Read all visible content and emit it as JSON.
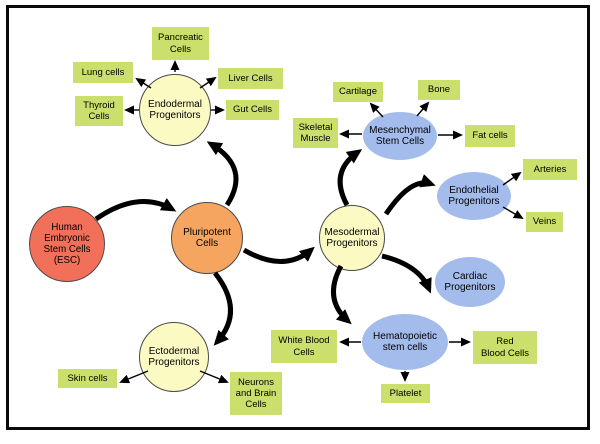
{
  "palette": {
    "esc_red": "#F2705A",
    "pluripotent_orange": "#F5A55F",
    "progenitor_yellow": "#FBFAC3",
    "lineage_blue": "#A3BCEC",
    "tissue_green": "#CBE06C",
    "arrow_black": "#000000",
    "background": "#FFFFFF"
  },
  "nodes": {
    "esc": {
      "label": "Human\nEmbryonic\nStem Cells\n(ESC)",
      "shape": "circle",
      "color": "#F2705A"
    },
    "pluripotent": {
      "label": "Pluripotent\nCells",
      "shape": "circle",
      "color": "#F5A55F"
    },
    "endodermal": {
      "label": "Endodermal\nProgenitors",
      "shape": "circle",
      "color": "#FBFAC3"
    },
    "ectodermal": {
      "label": "Ectodermal\nProgenitors",
      "shape": "circle",
      "color": "#FBFAC3"
    },
    "mesodermal": {
      "label": "Mesodermal\nProgenitors",
      "shape": "circle",
      "color": "#FBFAC3"
    },
    "mesenchymal": {
      "label": "Mesenchymal\nStem Cells",
      "shape": "ellipse",
      "color": "#A3BCEC"
    },
    "endothelial": {
      "label": "Endothelial\nProgenitors",
      "shape": "ellipse",
      "color": "#A3BCEC"
    },
    "cardiac": {
      "label": "Cardiac\nProgenitors",
      "shape": "ellipse",
      "color": "#A3BCEC"
    },
    "hematopoietic": {
      "label": "Hematopoietic\nstem cells",
      "shape": "ellipse",
      "color": "#A3BCEC"
    }
  },
  "terminal_cells": {
    "pancreatic": {
      "label": "Pancreatic\nCells"
    },
    "lung": {
      "label": "Lung cells"
    },
    "thyroid": {
      "label": "Thyroid\nCells"
    },
    "liver": {
      "label": "Liver Cells"
    },
    "gut": {
      "label": "Gut Cells"
    },
    "cartilage": {
      "label": "Cartilage"
    },
    "bone": {
      "label": "Bone"
    },
    "skeletal": {
      "label": "Skeletal\nMuscle"
    },
    "fat": {
      "label": "Fat cells"
    },
    "arteries": {
      "label": "Arteries"
    },
    "veins": {
      "label": "Veins"
    },
    "white_blood": {
      "label": "White Blood\nCells"
    },
    "red_blood": {
      "label": "Red\nBlood Cells"
    },
    "platelet": {
      "label": "Platelet"
    },
    "skin": {
      "label": "Skin cells"
    },
    "neurons": {
      "label": "Neurons\nand Brain\nCells"
    }
  },
  "edges": [
    {
      "from": "esc",
      "to": "pluripotent",
      "style": "thick"
    },
    {
      "from": "pluripotent",
      "to": "endodermal",
      "style": "thick"
    },
    {
      "from": "pluripotent",
      "to": "mesodermal",
      "style": "thick"
    },
    {
      "from": "pluripotent",
      "to": "ectodermal",
      "style": "thick"
    },
    {
      "from": "mesodermal",
      "to": "mesenchymal",
      "style": "thick"
    },
    {
      "from": "mesodermal",
      "to": "endothelial",
      "style": "thick"
    },
    {
      "from": "mesodermal",
      "to": "cardiac",
      "style": "thick"
    },
    {
      "from": "mesodermal",
      "to": "hematopoietic",
      "style": "thick"
    },
    {
      "from": "endodermal",
      "to": "pancreatic",
      "style": "thin"
    },
    {
      "from": "endodermal",
      "to": "lung",
      "style": "thin"
    },
    {
      "from": "endodermal",
      "to": "thyroid",
      "style": "thin"
    },
    {
      "from": "endodermal",
      "to": "liver",
      "style": "thin"
    },
    {
      "from": "endodermal",
      "to": "gut",
      "style": "thin"
    },
    {
      "from": "mesenchymal",
      "to": "cartilage",
      "style": "thin"
    },
    {
      "from": "mesenchymal",
      "to": "bone",
      "style": "thin"
    },
    {
      "from": "mesenchymal",
      "to": "skeletal",
      "style": "thin"
    },
    {
      "from": "mesenchymal",
      "to": "fat",
      "style": "thin"
    },
    {
      "from": "endothelial",
      "to": "arteries",
      "style": "thin"
    },
    {
      "from": "endothelial",
      "to": "veins",
      "style": "thin"
    },
    {
      "from": "hematopoietic",
      "to": "white_blood",
      "style": "thin"
    },
    {
      "from": "hematopoietic",
      "to": "red_blood",
      "style": "thin"
    },
    {
      "from": "hematopoietic",
      "to": "platelet",
      "style": "thin"
    },
    {
      "from": "ectodermal",
      "to": "skin",
      "style": "thin"
    },
    {
      "from": "ectodermal",
      "to": "neurons",
      "style": "thin"
    }
  ]
}
